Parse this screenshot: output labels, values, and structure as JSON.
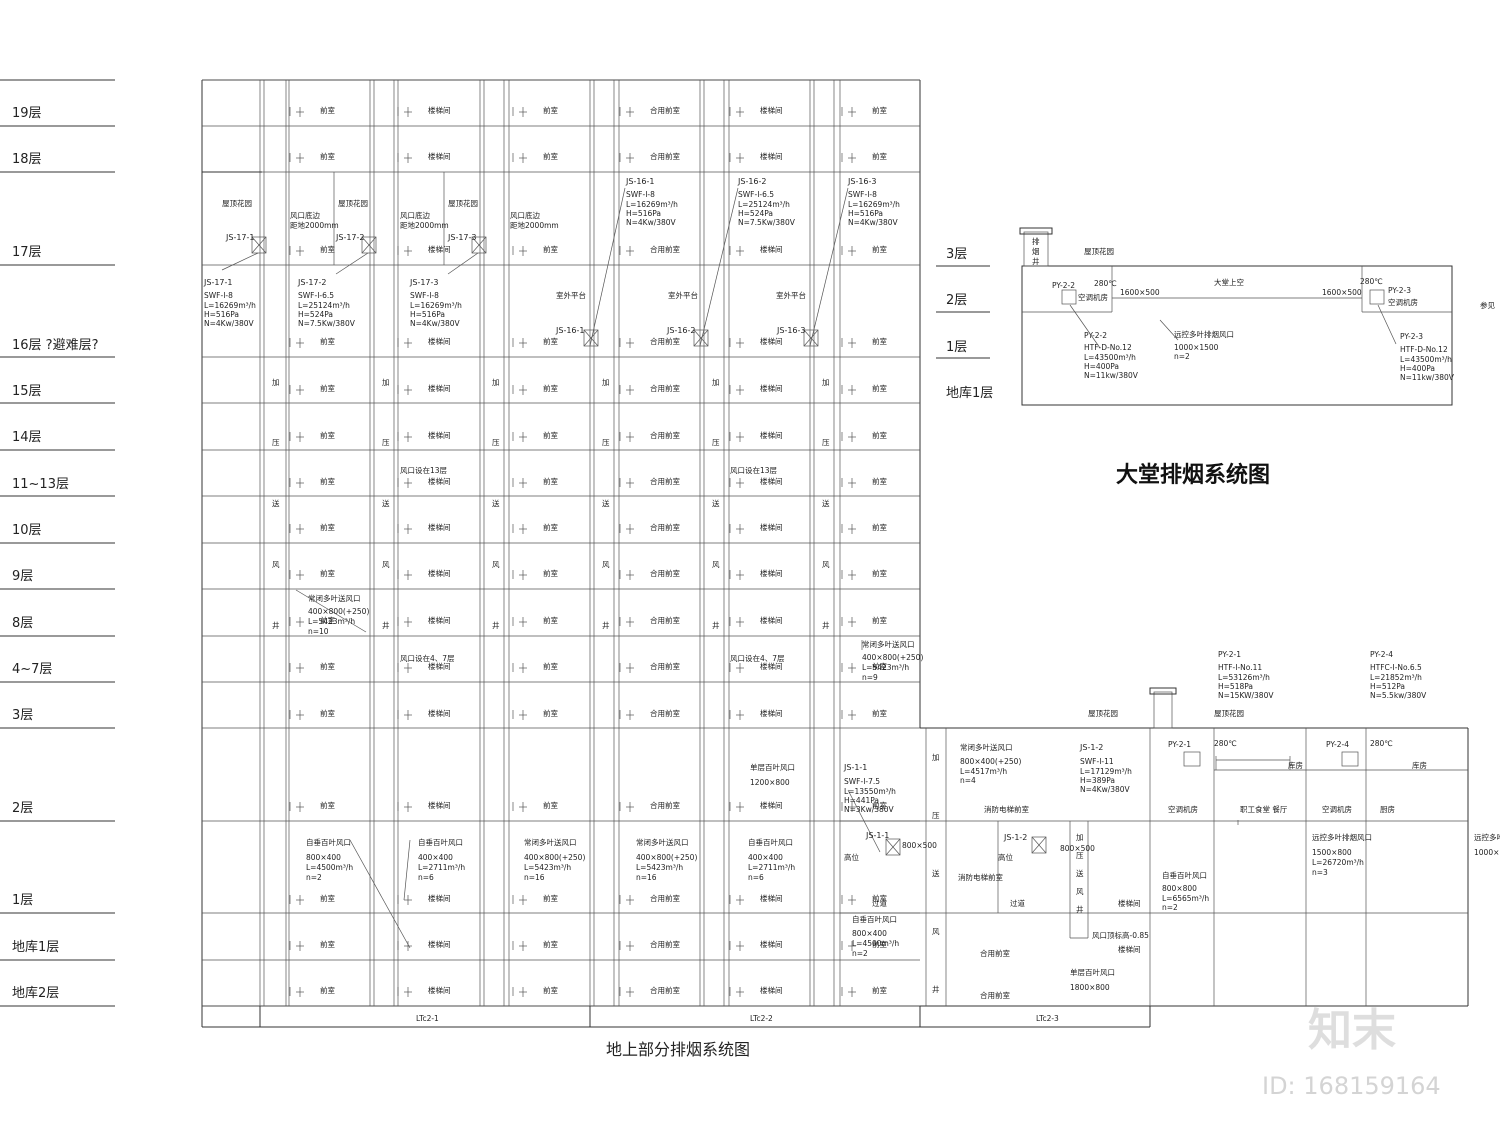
{
  "floors": [
    "19层",
    "18层",
    "17层",
    "16层 ?避难层?",
    "15层",
    "14层",
    "11~13层",
    "10层",
    "9层",
    "8层",
    "4~7层",
    "3层",
    "2层",
    "1层",
    "地库1层",
    "地库2层"
  ],
  "rooms": {
    "ownroom": "前室",
    "stair": "楼梯间",
    "shared": "合用前室",
    "roof_garden": "屋顶花园",
    "outdoor": "室外平台",
    "vent_note": "风口底边距地2000mm",
    "floors_4_7": "风口设在4、7层",
    "floor_13": "风口设在13层",
    "shaft_chars": [
      "加",
      "压",
      "送",
      "风",
      "井"
    ]
  },
  "units": {
    "js17_1": {
      "id": "JS-17-1",
      "model": "SWF-I-8",
      "L": "L=16269m³/h",
      "H": "H=516Pa",
      "N": "N=4Kw/380V"
    },
    "js17_2": {
      "id": "JS-17-2",
      "model": "SWF-I-6.5",
      "L": "L=25124m³/h",
      "H": "H=524Pa",
      "N": "N=7.5Kw/380V"
    },
    "js17_3": {
      "id": "JS-17-3",
      "model": "SWF-I-8",
      "L": "L=16269m³/h",
      "H": "H=516Pa",
      "N": "N=4Kw/380V"
    },
    "js16_1": {
      "id": "JS-16-1",
      "model": "SWF-I-8",
      "L": "L=16269m³/h",
      "H": "H=516Pa",
      "N": "N=4Kw/380V"
    },
    "js16_2": {
      "id": "JS-16-2",
      "model": "SWF-I-6.5",
      "L": "L=25124m³/h",
      "H": "H=524Pa",
      "N": "N=7.5Kw/380V"
    },
    "js16_3": {
      "id": "JS-16-3",
      "model": "SWF-I-8",
      "L": "L=16269m³/h",
      "H": "H=516Pa",
      "N": "N=4Kw/380V"
    },
    "js1_1": {
      "id": "JS-1-1",
      "model": "SWF-I-7.5",
      "L": "L=13550m³/h",
      "H": "H=441Pa",
      "N": "N=3Kw/380V"
    },
    "js1_2": {
      "id": "JS-1-2",
      "model": "SWF-I-11",
      "L": "L=17129m³/h",
      "H": "H=389Pa",
      "N": "N=4Kw/380V"
    }
  },
  "vent_notes": {
    "a": {
      "t": "常闭多叶送风口",
      "s": "400×800(+250)",
      "L": "L=5423m³/h",
      "n": "n=10"
    },
    "b": {
      "t": "常闭多叶送风口",
      "s": "400×800(+250)",
      "L": "L=5423m³/h",
      "n": "n=9"
    },
    "c": {
      "t": "自垂百叶风口",
      "s": "800×400",
      "L": "L=4500m³/h",
      "n": "n=2"
    },
    "d": {
      "t": "自垂百叶风口",
      "s": "400×400",
      "L": "L=2711m³/h",
      "n": "n=6"
    },
    "e": {
      "t": "常闭多叶送风口",
      "s": "400×800(+250)",
      "L": "L=5423m³/h",
      "n": "n=16"
    },
    "f": {
      "t": "常闭多叶送风口",
      "s": "400×800(+250)",
      "L": "L=5423m³/h",
      "n": "n=16"
    },
    "g": {
      "t": "自垂百叶风口",
      "s": "400×400",
      "L": "L=2711m³/h",
      "n": "n=6"
    },
    "h": {
      "t": "单层百叶风口",
      "s": "1200×800"
    },
    "i": {
      "t": "自垂百叶风口",
      "s": "800×400",
      "L": "L=4500m³/h",
      "n": "n=2"
    }
  },
  "bottom_labels": [
    "LTc2-1",
    "LTc2-2",
    "LTc2-3"
  ],
  "bottom_title": "地上部分排烟系统图",
  "lobby": {
    "title": "大堂排烟系统图",
    "floors": [
      "3层",
      "2层",
      "1层",
      "地库1层"
    ],
    "shaft": "排烟井",
    "roof": "屋顶花园",
    "hall": "大堂上空",
    "ahu": "空调机房",
    "py22": {
      "id": "PY-2-2",
      "model": "HTF-D-No.12",
      "L": "L=43500m³/h",
      "H": "H=400Pa",
      "N": "N=11kw/380V"
    },
    "py23": {
      "id": "PY-2-3",
      "model": "HTF-D-No.12",
      "L": "L=43500m³/h",
      "H": "H=400Pa",
      "N": "N=11kw/380V"
    },
    "duct1": "1600×500",
    "duct2": "1600×500",
    "vent": "远控多叶排烟风口",
    "vent_size": "1000×1500",
    "vent_n": "n=2",
    "t280": "280℃",
    "side": "参见"
  },
  "right_sys": {
    "py21": {
      "id": "PY-2-1",
      "model": "HTF-I-No.11",
      "L": "L=53126m³/h",
      "H": "H=518Pa",
      "N": "N=15KW/380V"
    },
    "py24": {
      "id": "PY-2-4",
      "model": "HTFC-I-No.6.5",
      "L": "L=21852m³/h",
      "H": "H=512Pa",
      "N": "N=5.5kw/380V"
    },
    "py21b": "PY-2-1",
    "py24b": "PY-2-4",
    "ahu": "空调机房",
    "office": "职工食堂 餐厅",
    "kitchen": "厨房",
    "vent": "远控多叶排烟风口",
    "vent_size": "1500×800",
    "vent_L": "L=26720m³/h",
    "vent_n": "n=3",
    "edge_vent": "远控多叶",
    "edge_size": "1000×",
    "elec": "消防电梯前室",
    "corridor": "过道",
    "duct": "800×500",
    "duct2": "800×500",
    "vent2": "自垂百叶风口",
    "vent2_s": "800×800",
    "vent2_L": "L=6565m³/h",
    "vent2_n": "n=2",
    "single": "单层百叶风口",
    "single_s": "1800×800",
    "note_b": "风口顶标高-0.85",
    "bvent": "常闭多叶送风口",
    "bvent_s": "800×400(+250)",
    "bvent_L": "L=4517m³/h",
    "bvent_n": "n=4",
    "stair": "楼梯间",
    "shared": "合用前室",
    "machine": "高位",
    "room": "库房"
  },
  "watermark": {
    "brand": "知末",
    "id": "ID: 168159164"
  }
}
